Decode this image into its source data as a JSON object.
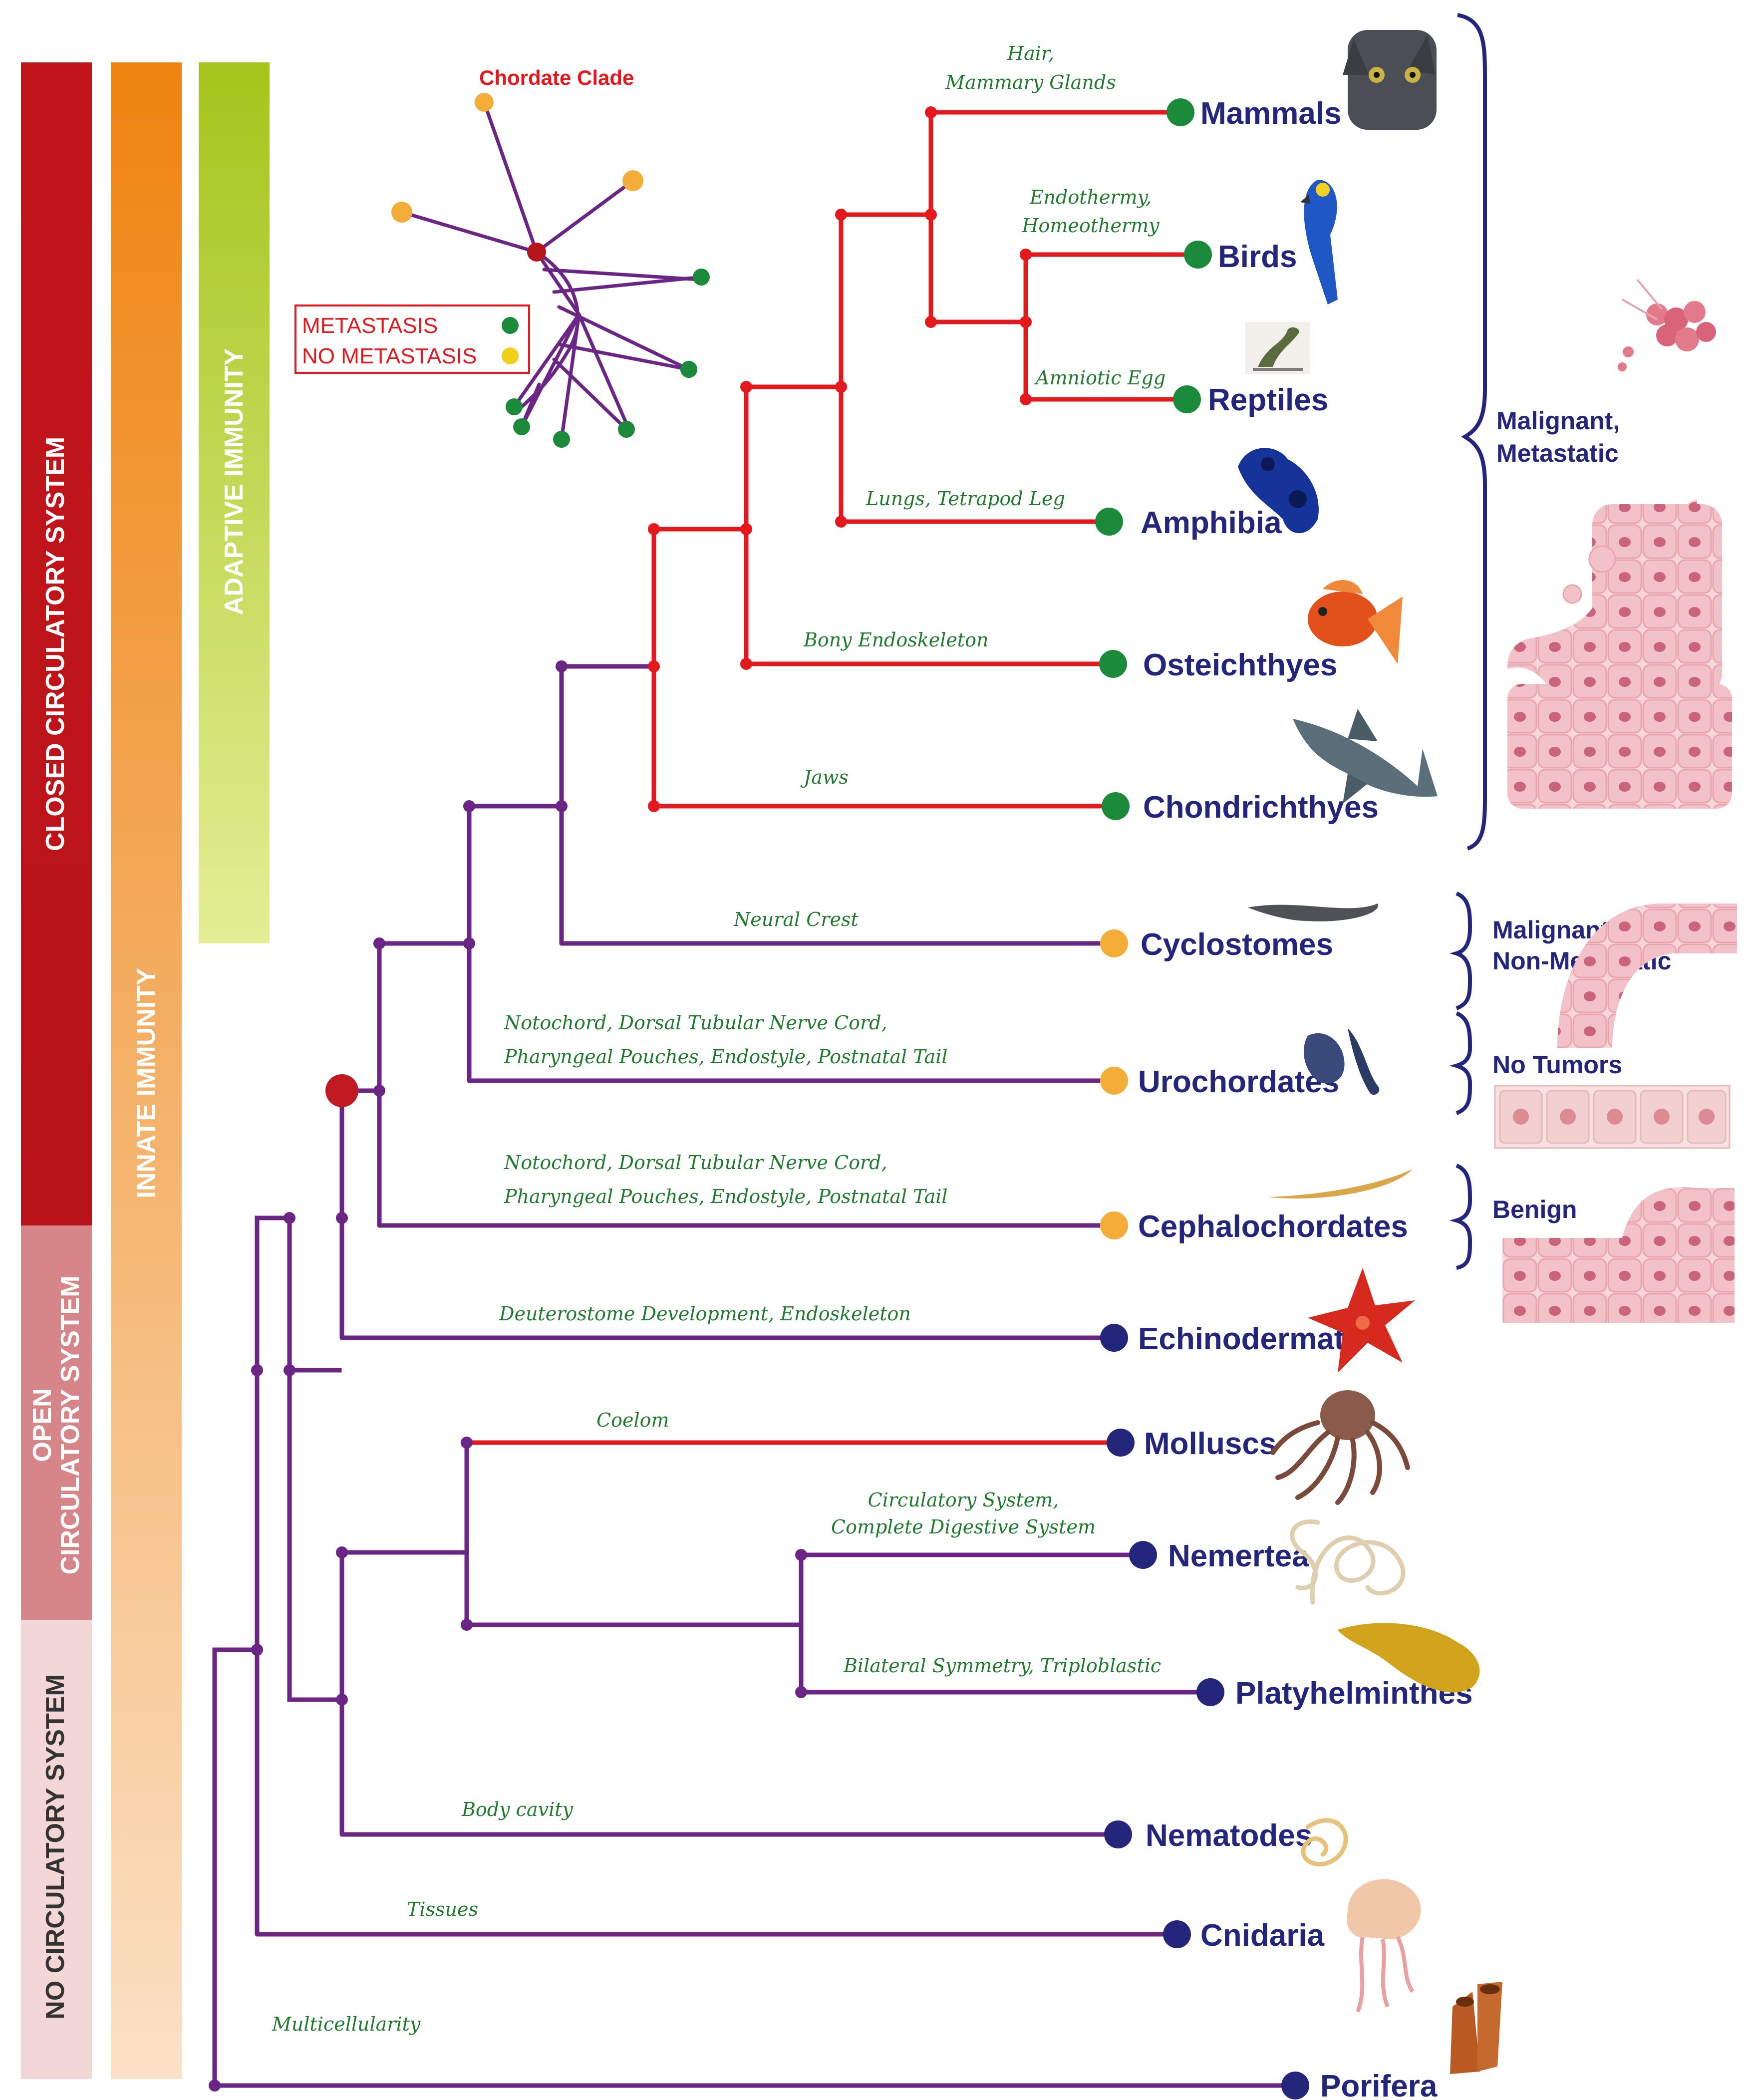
{
  "systems": {
    "closed": "CLOSED CIRCULATORY SYSTEM",
    "open_line1": "OPEN",
    "open_line2": "CIRCULATORY SYSTEM",
    "none": "NO CIRCULATORY SYSTEM",
    "innate": "INNATE IMMUNITY",
    "adaptive": "ADAPTIVE IMMUNITY"
  },
  "inset": {
    "title": "Chordate Clade",
    "legend_metastasis": "METASTASIS",
    "legend_no_metastasis": "NO METASTASIS"
  },
  "taxa": {
    "mammals": "Mammals",
    "birds": "Birds",
    "reptiles": "Reptiles",
    "amphibia": "Amphibia",
    "osteichthyes": "Osteichthyes",
    "chondrichthyes": "Chondrichthyes",
    "cyclostomes": "Cyclostomes",
    "urochordates": "Urochordates",
    "cephalochordates": "Cephalochordates",
    "echinodermata": "Echinodermata",
    "molluscs": "Molluscs",
    "nemertea": "Nemertea",
    "platyhelminthes": "Platyhelminthes",
    "nematodes": "Nematodes",
    "cnidaria": "Cnidaria",
    "porifera": "Porifera"
  },
  "traits": {
    "hair_1": "Hair,",
    "hair_2": "Mammary Glands",
    "endo_1": "Endothermy,",
    "endo_2": "Homeothermy",
    "amniotic": "Amniotic Egg",
    "lungs": "Lungs, Tetrapod Leg",
    "bony": "Bony Endoskeleton",
    "jaws": "Jaws",
    "neural": "Neural Crest",
    "uro_1": "Notochord, Dorsal Tubular Nerve Cord,",
    "uro_2": "Pharyngeal Pouches, Endostyle, Postnatal Tail",
    "ceph_1": "Notochord, Dorsal Tubular Nerve Cord,",
    "ceph_2": "Pharyngeal Pouches, Endostyle, Postnatal Tail",
    "deut": "Deuterostome Development, Endoskeleton",
    "coelom": "Coelom",
    "circ_1": "Circulatory System,",
    "circ_2": "Complete Digestive System",
    "bilat": "Bilateral Symmetry, Triploblastic",
    "body": "Body cavity",
    "tissues": "Tissues",
    "multi": "Multicellularity"
  },
  "tumors": {
    "malignant_met_1": "Malignant,",
    "malignant_met_2": "Metastatic",
    "malignant_non_1": "Malignant,",
    "malignant_non_2": "Non-Metastatic",
    "no_tumors": "No Tumors",
    "benign": "Benign"
  },
  "colors": {
    "red_branch": "#e3191e",
    "purple_branch": "#6b2585",
    "green_dot": "#1b8a3a",
    "orange_dot": "#f5ad3a",
    "navy_dot": "#24267c",
    "taxon_text": "#24267c",
    "trait_text": "#1f7a2e",
    "bar_closed": "#c1161c",
    "bar_open": "#d9868a",
    "bar_none": "#f4d8d8",
    "bar_innate": "#f08a18",
    "bar_adaptive": "#a9c520"
  }
}
